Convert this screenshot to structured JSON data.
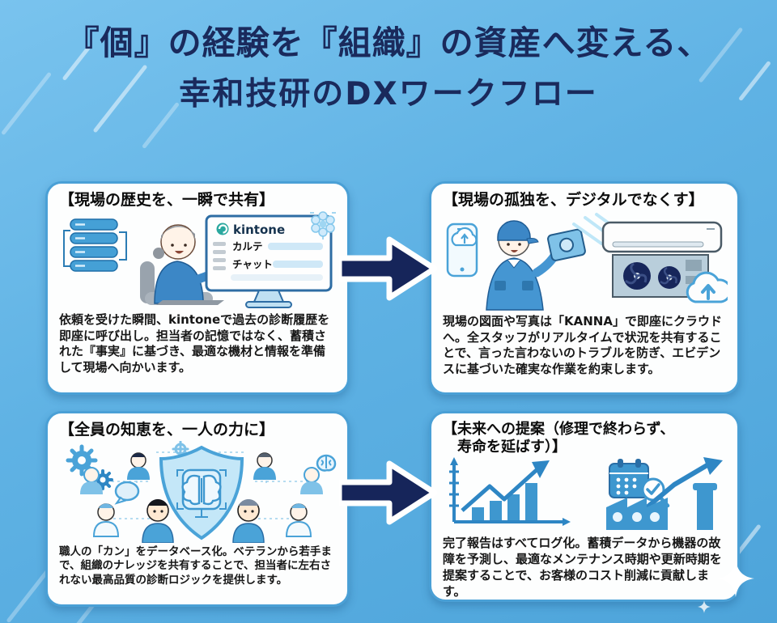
{
  "title": {
    "line1": "『個』の経験を『組織』の資産へ変える、",
    "line2": "幸和技研のDXワークフロー"
  },
  "panels": [
    {
      "heading": "【現場の歴史を、一瞬で共有】",
      "body": "依頼を受けた瞬間、kintoneで過去の診断履歴を即座に呼び出し。担当者の記憶ではなく、蓄積された『事実』に基づき、最適な機材と情報を準備して現場へ向かいます。",
      "screen": {
        "brand": "kintone",
        "row1": "カルテ",
        "row2": "チャット"
      }
    },
    {
      "heading": "【現場の孤独を、デジタルでなくす】",
      "body": "現場の図面や写真は「KANNA」で即座にクラウドへ。全スタッフがリアルタイムで状況を共有することで、言った言わないのトラブルを防ぎ、エビデンスに基づいた確実な作業を約束します。"
    },
    {
      "heading": "【全員の知恵を、一人の力に】",
      "body": "職人の「カン」をデータベース化。ベテランから若手まで、組織のナレッジを共有することで、担当者に左右されない最高品質の診断ロジックを提供します。"
    },
    {
      "heading_line1": "【未来への提案（修理で終わらず、",
      "heading_line2": "寿命を延ばす）】",
      "body": "完了報告はすべてログ化。蓄積データから機器の故障を予測し、最適なメンテナンス時期や更新時期を提案することで、お客様のコスト削減に貢献します。"
    }
  ],
  "icons": [
    "flowchart-icon",
    "kintone-logo",
    "monitor",
    "flower-gear-icon",
    "right-arrow",
    "smartphone-upload-icon",
    "tablet-icon",
    "ac-unit-icon",
    "cloud-upload-icon",
    "gears-icon",
    "shield-brain-icon",
    "people-network",
    "speech-bubble-icon",
    "brain-icon",
    "bar-chart-growth-icon",
    "calendar-check-icon",
    "factory-icon",
    "growth-arrow-icon",
    "sparkle-icon"
  ],
  "colors": {
    "background": "#5fb2e4",
    "title": "#1a2a5c",
    "arrow": "#16255a",
    "panel_border": "#4aa0d6",
    "panel_bg": "#fdfefe",
    "accent_blue": "#3e97cf",
    "light_blue": "#bfe3f5",
    "dark_navy": "#17265b"
  }
}
